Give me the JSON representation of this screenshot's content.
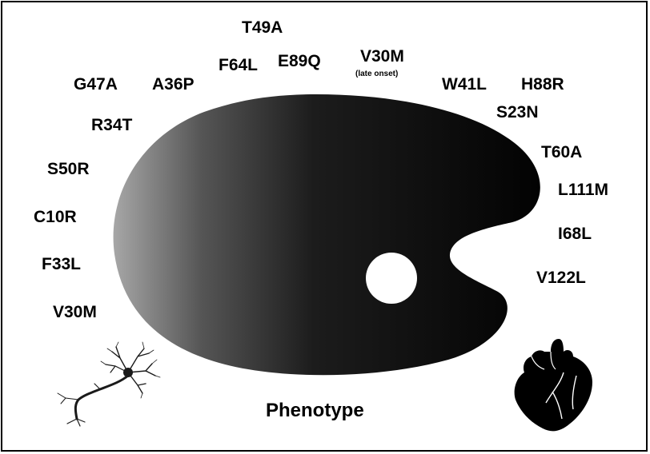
{
  "mutations": [
    {
      "id": "t49a",
      "label": "T49A"
    },
    {
      "id": "f64l",
      "label": "F64L"
    },
    {
      "id": "e89q",
      "label": "E89Q"
    },
    {
      "id": "v30m-late",
      "label": "V30M",
      "note": "(late onset)"
    },
    {
      "id": "g47a",
      "label": "G47A"
    },
    {
      "id": "a36p",
      "label": "A36P"
    },
    {
      "id": "w41l",
      "label": "W41L"
    },
    {
      "id": "h88r",
      "label": "H88R"
    },
    {
      "id": "r34t",
      "label": "R34T"
    },
    {
      "id": "s23n",
      "label": "S23N"
    },
    {
      "id": "t60a",
      "label": "T60A"
    },
    {
      "id": "s50r",
      "label": "S50R"
    },
    {
      "id": "l111m",
      "label": "L111M"
    },
    {
      "id": "c10r",
      "label": "C10R"
    },
    {
      "id": "i68l",
      "label": "I68L"
    },
    {
      "id": "f33l",
      "label": "F33L"
    },
    {
      "id": "v122l",
      "label": "V122L"
    },
    {
      "id": "v30m",
      "label": "V30M"
    }
  ],
  "palette_label": "Phenotype",
  "icons": {
    "left": "neuron-icon",
    "right": "heart-icon"
  },
  "colors": {
    "palette_dark": "#000000",
    "palette_light": "#a8a8a8",
    "text": "#000000",
    "background": "#ffffff"
  }
}
